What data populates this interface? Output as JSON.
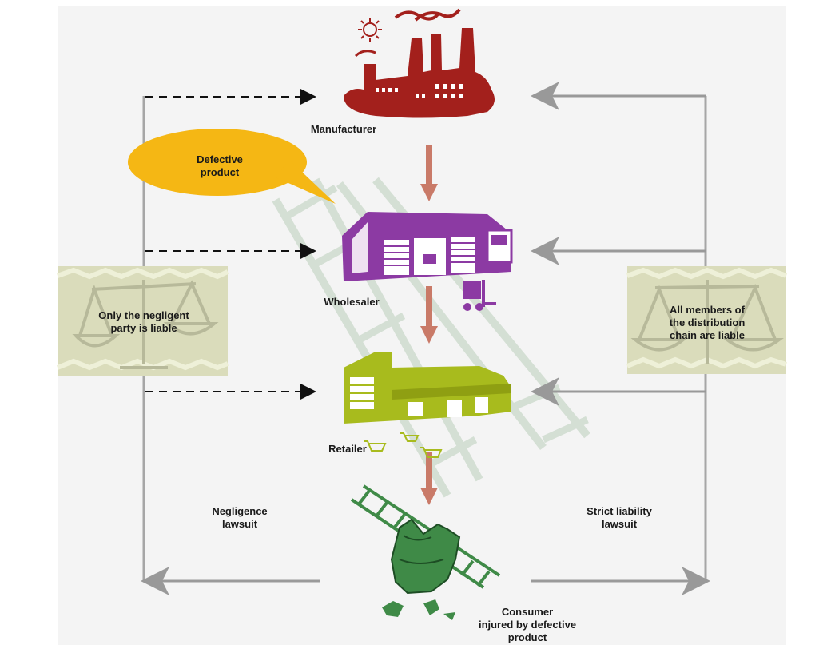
{
  "labels": {
    "manufacturer": "Manufacturer",
    "wholesaler": "Wholesaler",
    "retailer": "Retailer",
    "consumer": [
      "Consumer",
      "injured by defective",
      "product"
    ],
    "defective_product": [
      "Defective",
      "product"
    ],
    "negligence_lawsuit": [
      "Negligence",
      "lawsuit"
    ],
    "strict_liability_lawsuit": [
      "Strict liability",
      "lawsuit"
    ],
    "negligent_party_liable": [
      "Only the negligent",
      "party is liable"
    ],
    "all_members_liable": [
      "All members of",
      "the distribution",
      "chain are liable"
    ]
  },
  "colors": {
    "manufacturer": "#a3201c",
    "wholesaler": "#8c3aa3",
    "retailer": "#a8bb1d",
    "consumer_bag": "#3f8a47",
    "speech_bubble": "#f5b714",
    "chain_arrow": "#c97a68",
    "scale_panel": "#d9dcb8",
    "ladder": "#c9d8c8",
    "dashed_arrow": "#111111",
    "strict_arrow": "#9a9a9a"
  },
  "icons": {
    "manufacturer": "factory-icon",
    "wholesaler": "warehouse-icon",
    "retailer": "store-icon",
    "consumer": "broken-bag-icon",
    "left_scale": "balance-scale-icon",
    "right_scale": "balance-scale-icon"
  }
}
